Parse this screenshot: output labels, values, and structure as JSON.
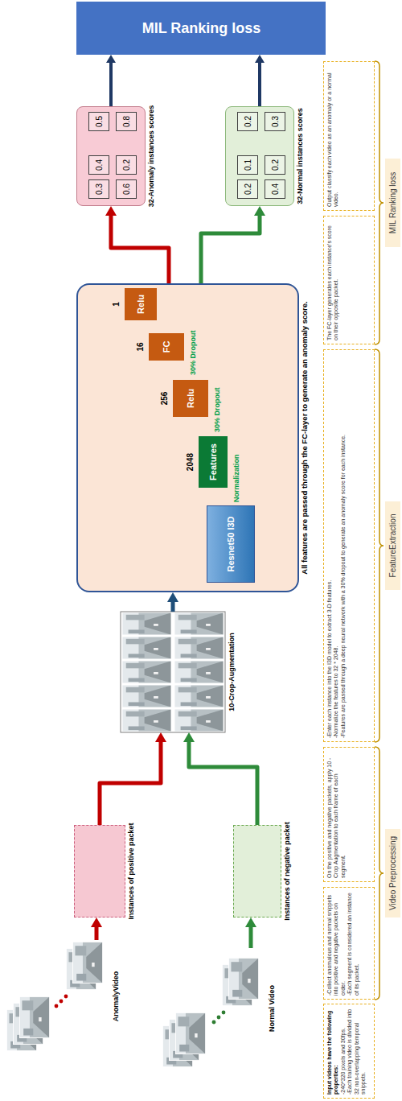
{
  "diagram": {
    "nodes": [
      {
        "text": [
          "AnomalyVideo"
        ]
      },
      {
        "text": [
          "Normal Video"
        ]
      },
      {
        "text": [
          "Instances of positive packet"
        ]
      },
      {
        "text": [
          "Instances of negative packet"
        ]
      },
      {
        "text": [
          "10-Crop-Augmentation"
        ]
      },
      {
        "text": [
          "All features are passed through the FC-layer to generate an anomaly score."
        ]
      },
      {
        "text": [
          "Resnet50 I3D"
        ],
        "in": 5
      },
      {
        "text": [
          "Features"
        ],
        "in": 5
      },
      {
        "text": [
          "Relu"
        ],
        "in": 5
      },
      {
        "text": [
          "FC"
        ],
        "in": 5
      },
      {
        "text": [
          "Relu"
        ],
        "in": 5
      },
      {
        "text": [
          "32-Anomaly instances scores"
        ]
      },
      {
        "text": [
          "0.3"
        ],
        "in": 11
      },
      {
        "text": [
          "0.4"
        ],
        "in": 11
      },
      {
        "text": [
          "0.5"
        ],
        "in": 11
      },
      {
        "text": [
          "0.6"
        ],
        "in": 11
      },
      {
        "text": [
          "0.2"
        ],
        "in": 11
      },
      {
        "text": [
          "0.8"
        ],
        "in": 11
      },
      {
        "text": [
          "32-Normal instances scores"
        ]
      },
      {
        "text": [
          "0.2"
        ],
        "in": 18
      },
      {
        "text": [
          "0.1"
        ],
        "in": 18
      },
      {
        "text": [
          "0.2"
        ],
        "in": 18
      },
      {
        "text": [
          "0.4"
        ],
        "in": 18
      },
      {
        "text": [
          "0.2"
        ],
        "in": 18
      },
      {
        "text": [
          "0.3"
        ],
        "in": 18
      },
      {
        "text": [
          "MIL Ranking loss"
        ]
      },
      {
        "text": [
          "Input videos have the following properties:",
          "-240*320 pixels and 30fps.",
          "-Each training video is divided into 32 non-overlapping temporal snippets."
        ]
      },
      {
        "text": [
          "-Collect anomalous and normal snippets into positive and negative packets on order.",
          "-Each segment is considered an instance of its packet."
        ]
      },
      {
        "text": [
          "On the positive and negative packets, apply 10 - Crop Augmentation to each frame of each segment."
        ]
      },
      {
        "text": [
          "-Enter each instance into the I3D model to extract 3-D features.",
          "-Normalize the features to 32 * 2048.",
          "-Features are passed through a deep neural network with a 30% dropout to generate an anomaly score for each instance."
        ]
      },
      {
        "text": [
          "The FC-layer generates each instance's score on their opposite packet."
        ]
      },
      {
        "text": [
          "Output classify each video as an anomaly or a normal video."
        ]
      },
      {
        "text": [
          "Video Preprocessing"
        ]
      },
      {
        "text": [
          "FeatureExtraction"
        ]
      },
      {
        "text": [
          "MIL Ranking loss"
        ]
      }
    ],
    "edges": [
      {
        "from": 0,
        "to": 2,
        "arrow": "to"
      },
      {
        "from": 1,
        "to": 3,
        "arrow": "to"
      },
      {
        "from": 2,
        "to": 4,
        "arrow": "to"
      },
      {
        "from": 3,
        "to": 4,
        "arrow": "to"
      },
      {
        "from": 4,
        "to": 5,
        "arrow": "to"
      },
      {
        "from": 6,
        "to": 7,
        "label": "Normalization",
        "arrow": "to"
      },
      {
        "from": 7,
        "to": 8,
        "label": "30% Dropout",
        "arrow": "to"
      },
      {
        "from": 8,
        "to": 9,
        "label": "30% Dropout",
        "arrow": "to"
      },
      {
        "from": 9,
        "to": 10,
        "arrow": "to"
      },
      {
        "from": 5,
        "to": 11,
        "arrow": "to"
      },
      {
        "from": 5,
        "to": 18,
        "arrow": "to"
      },
      {
        "from": 11,
        "to": 25,
        "arrow": "to"
      },
      {
        "from": 18,
        "to": 25,
        "arrow": "to"
      }
    ],
    "labels": [
      "2048",
      "256",
      "16",
      "1"
    ]
  }
}
